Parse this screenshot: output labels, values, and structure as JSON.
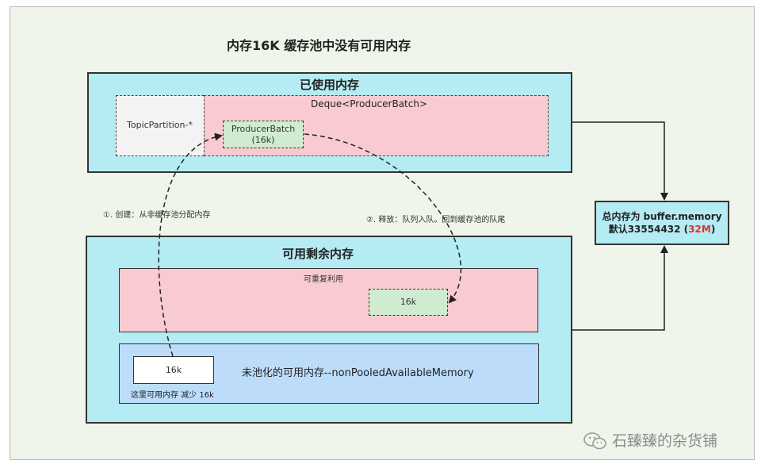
{
  "title": "内存16K 缓存池中没有可用内存",
  "used_memory": {
    "title": "已使用内存",
    "topic_partition": "TopicPartition-*",
    "deque": "Deque<ProducerBatch>",
    "producer_batch": {
      "name": "ProducerBatch",
      "size": "(16k)"
    }
  },
  "total_memory": {
    "line1": "总内存为 buffer.memory",
    "line2_prefix": "默认33554432 (",
    "line2_highlight": "32M",
    "line2_suffix": ")"
  },
  "available_memory": {
    "title": "可用剩余内存",
    "reusable_label": "可重复利用",
    "reusable_block": "16k",
    "non_pooled_label": "未池化的可用内存--nonPooledAvailableMemory",
    "non_pooled_block": "16k",
    "non_pooled_note": "这里可用内存 减少 16k"
  },
  "arrows": {
    "create_label": "①. 创建：从非缓存池分配内存",
    "release_label": "②. 释放：队列入队。回到缓存池的队尾"
  },
  "watermark": {
    "icon": "wechat-icon",
    "text": "石臻臻的杂货铺"
  },
  "colors": {
    "background": "#eff5ea",
    "container": "#b5ebf2",
    "pink": "#f9cbd1",
    "green": "#cfecd0",
    "blue": "#bcdcfa",
    "highlight": "#e0312d"
  }
}
